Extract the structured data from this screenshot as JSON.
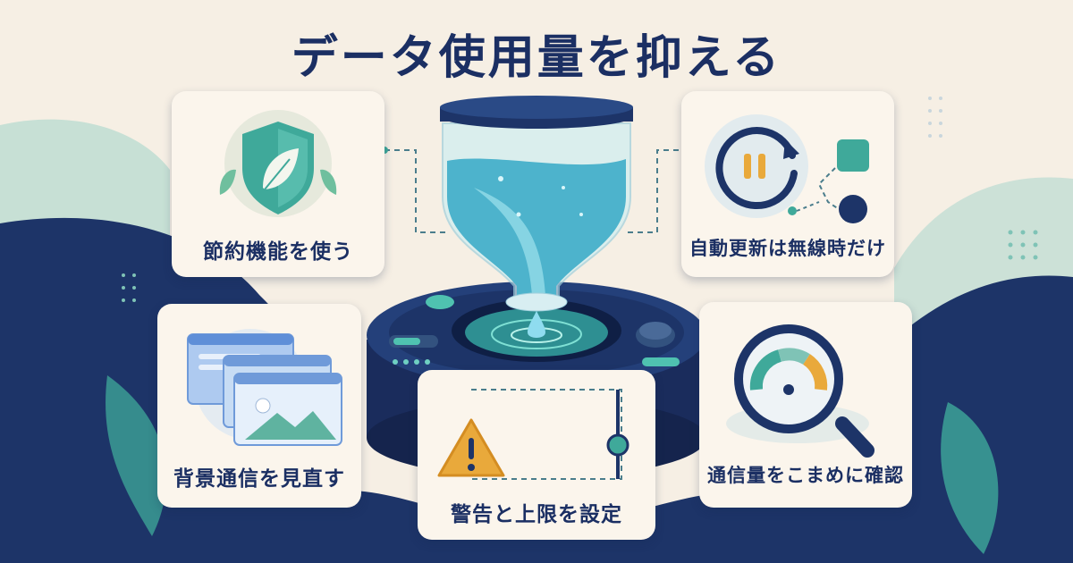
{
  "title": "データ使用量を抑える",
  "cards": {
    "save_mode": {
      "label": "節約機能を使う",
      "icon": "leaf-shield-icon"
    },
    "auto_update": {
      "label": "自動更新は無線時だけ",
      "icon": "pause-refresh-icon"
    },
    "background": {
      "label": "背景通信を見直す",
      "icon": "app-windows-icon"
    },
    "warning": {
      "label": "警告と上限を設定",
      "icon": "warning-icon"
    },
    "check_usage": {
      "label": "通信量をこまめに確認",
      "icon": "magnifier-gauge-icon"
    }
  },
  "colors": {
    "navy": "#1b2f63",
    "teal": "#3fa99a",
    "cream": "#f6efe4",
    "water": "#5cb8cf",
    "warning": "#e9a93b"
  }
}
